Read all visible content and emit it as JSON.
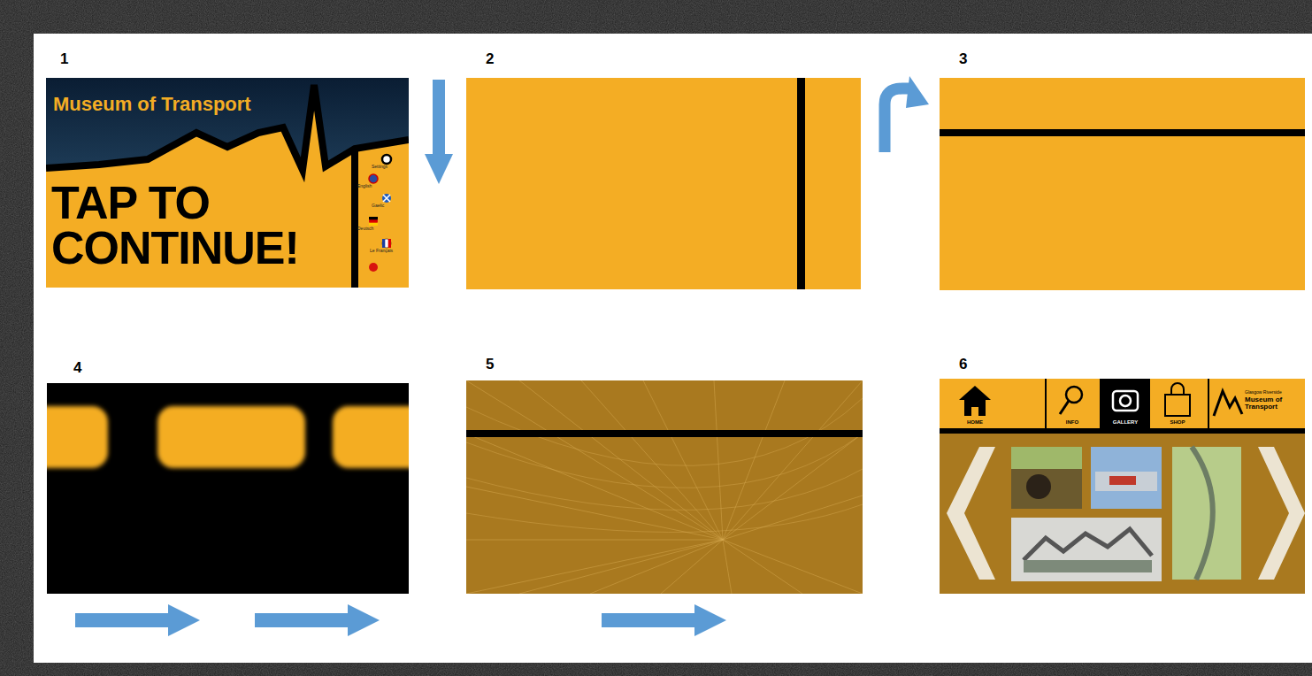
{
  "diagram": {
    "nodes": [
      {
        "text": [
          "1",
          "Museum of Transport",
          "TAP TO CONTINUE!",
          "Settings",
          "English",
          "Gaelic",
          "Deutsch",
          "Le Français"
        ]
      },
      {
        "text": [
          "2"
        ]
      },
      {
        "text": [
          "3"
        ]
      },
      {
        "text": [
          "4"
        ]
      },
      {
        "text": [
          "5"
        ]
      },
      {
        "text": [
          "6",
          "HOME",
          "INFO",
          "GALLERY",
          "SHOP",
          "Glasgow Riverside",
          "Museum of Transport"
        ]
      }
    ]
  }
}
